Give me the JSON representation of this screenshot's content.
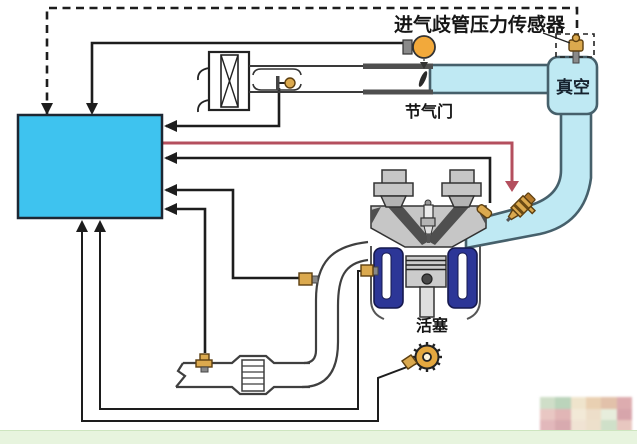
{
  "labels": {
    "map_sensor": "进气歧管压力传感器",
    "throttle": "节气门",
    "vacuum": "真空",
    "piston": "活塞"
  },
  "colors": {
    "ecu_fill": "#3ec3ef",
    "vacuum_duct_fill": "#bfe9f3",
    "vacuum_duct_stroke": "#46606b",
    "signal_line": "#1d1d1d",
    "injector_signal_line": "#b44f5e",
    "water_jacket_blue": "#2c3697",
    "sensor_tan": "#dba94e",
    "throttle_sensor_orange": "#f2a93b",
    "metal_gray": "#c6c6c6",
    "footer_bar_green": "#e7f4de"
  },
  "components": [
    "ecu-box",
    "air-cleaner",
    "intake-air-temp-sensor",
    "throttle-position-sensor",
    "throttle-valve",
    "manifold-pressure-sensor",
    "vacuum-chamber",
    "intake-manifold-runner",
    "fuel-injector",
    "spark-plug",
    "valve-covers",
    "engine-cylinder",
    "piston",
    "connecting-rod",
    "coolant-temp-sensor",
    "block-temp-sensor",
    "oxygen-sensor",
    "catalytic-converter",
    "exhaust-pipe",
    "crankshaft-gear",
    "crankshaft-position-sensor",
    "signal-wires"
  ]
}
